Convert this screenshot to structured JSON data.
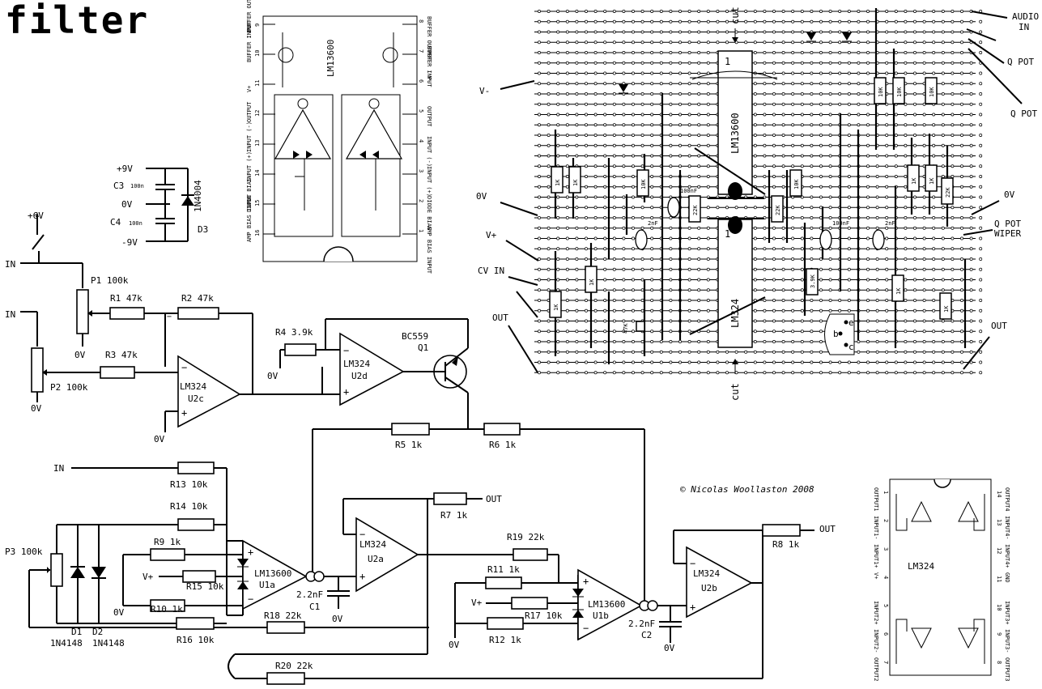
{
  "title": "filter",
  "copyright": "© Nicolas Woollaston 2008",
  "schematic": {
    "supply": {
      "plus6": "+6V",
      "plus9": "+9V",
      "zero": "0V",
      "minus9": "-9V",
      "c3": "C3",
      "c3v": "100n",
      "c4": "C4",
      "c4v": "100n",
      "d3type": "1N4004",
      "d3": "D3"
    },
    "in_top": "IN",
    "in_left": "IN",
    "in_mid": "IN",
    "p1": "P1 100k",
    "p2": "P2 100k",
    "p3": "P3 100k",
    "r1": "R1 47k",
    "r2": "R2 47k",
    "r3": "R3 47k",
    "r4": "R4 3.9k",
    "r5": "R5 1k",
    "r6": "R6 1k",
    "r7": "R7 1k",
    "r8": "R8 1k",
    "r9": "R9 1k",
    "r10": "R10 1k",
    "r11": "R11 1k",
    "r12": "R12 1k",
    "r13": "R13 10k",
    "r14": "R14 10k",
    "r15": "R15 10k",
    "r16": "R16 10k",
    "r17": "R17 10k",
    "r18": "R18 22k",
    "r19": "R19 22k",
    "r20": "R20 22k",
    "u2c": [
      "LM324",
      "U2c"
    ],
    "u2d": [
      "LM324",
      "U2d"
    ],
    "u2a": [
      "LM324",
      "U2a"
    ],
    "u2b": [
      "LM324",
      "U2b"
    ],
    "u1a": [
      "LM13600",
      "U1a"
    ],
    "u1b": [
      "LM13600",
      "U1b"
    ],
    "q1": [
      "BC559",
      "Q1"
    ],
    "c1": [
      "2.2nF",
      "C1"
    ],
    "c2": [
      "2.2nF",
      "C2"
    ],
    "d1": [
      "D1",
      "1N4148"
    ],
    "d2": [
      "D2",
      "1N4148"
    ],
    "gnd": "0V",
    "vplus": "V+",
    "out": "OUT"
  },
  "lm13600_pinout": {
    "name": "LM13600",
    "left_pins": [
      "BUFFER OUTPUT",
      "BUFFER INPUT",
      "V+",
      "OUTPUT",
      "INPUT (-)",
      "INPUT (+)",
      "DIODE BIAS",
      "AMP BIAS INPUT"
    ],
    "left_nums": [
      "9",
      "10",
      "11",
      "12",
      "13",
      "14",
      "15",
      "16"
    ],
    "right_pins": [
      "BUFFER OUTPUT",
      "BUFFER INPUT",
      "V-",
      "OUTPUT",
      "INPUT (-)",
      "INPUT (+)",
      "DIODE BIAS",
      "AMP BIAS INPUT"
    ],
    "right_nums": [
      "8",
      "7",
      "6",
      "5",
      "4",
      "3",
      "2",
      "1"
    ]
  },
  "lm324_pinout": {
    "name": "LM324",
    "left_pins": [
      "OUTPUT4",
      "INPUT4-",
      "INPUT4+",
      "GND",
      "INPUT3+",
      "INPUT3-",
      "OUTPUT3"
    ],
    "left_nums": [
      "14",
      "13",
      "12",
      "11",
      "10",
      "9",
      "8"
    ],
    "right_pins": [
      "OUTPUT1",
      "INPUT1-",
      "INPUT1+",
      "V+",
      "INPUT2+",
      "INPUT2-",
      "OUTPUT2"
    ],
    "right_nums": [
      "1",
      "2",
      "3",
      "4",
      "5",
      "6",
      "7"
    ]
  },
  "stripboard": {
    "labels_left": {
      "vminus": "V-",
      "zero": "0V",
      "vplus": "V+",
      "cvin": "CV IN",
      "out": "OUT"
    },
    "labels_right": {
      "audio": "AUDIO",
      "in": "IN",
      "qpot1": "Q POT",
      "qpot2": "Q POT",
      "zero": "0V",
      "qwiper1": "Q POT",
      "qwiper2": "WIPER",
      "out": "OUT"
    },
    "cut_top": "cut",
    "cut_bottom": "cut",
    "chip_top": "LM13600",
    "chip_bottom": "LM324",
    "pin1_top": "1",
    "pin1_bottom": "1",
    "resistors": [
      "1K",
      "1K",
      "10K",
      "22K",
      "22K",
      "10K",
      "10K",
      "10K",
      "10K",
      "1K",
      "1K",
      "22K",
      "1K",
      "1K",
      "3.9K",
      "1K",
      "1K"
    ],
    "caps": [
      "100nF",
      "2nF",
      "100nF",
      "2nF"
    ],
    "pot": "47K",
    "transistor_pins": [
      "e",
      "b",
      "c"
    ]
  }
}
